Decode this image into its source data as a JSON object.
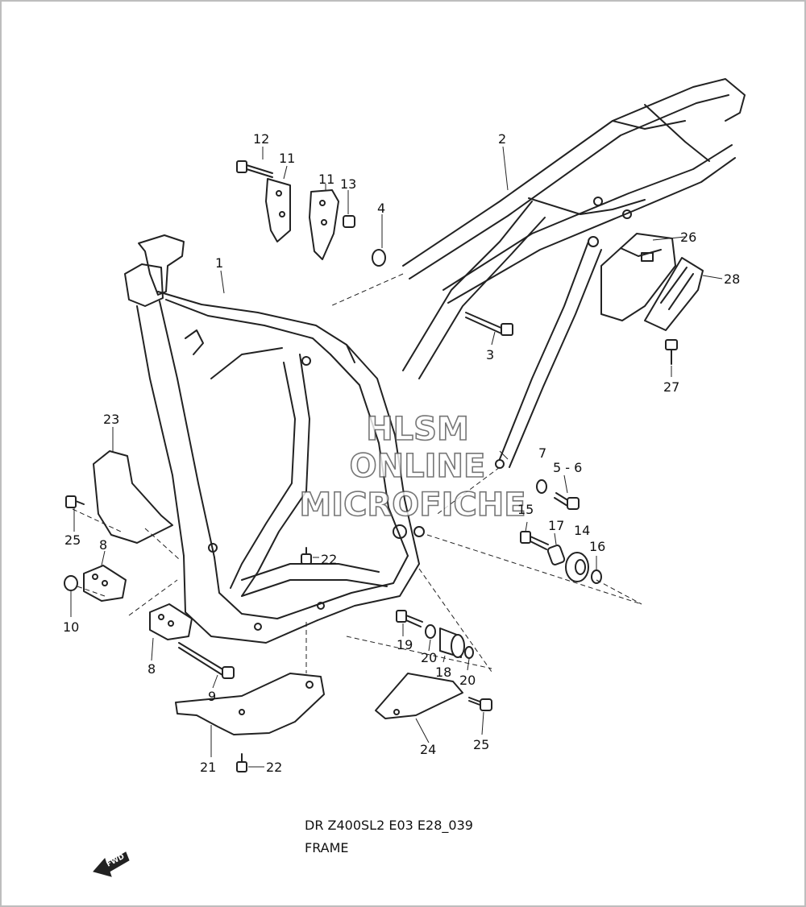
{
  "callouts": [
    {
      "id": "c1",
      "text": "1"
    },
    {
      "id": "c2",
      "text": "2"
    },
    {
      "id": "c3",
      "text": "3"
    },
    {
      "id": "c4",
      "text": "4"
    },
    {
      "id": "c56",
      "text": "5 - 6"
    },
    {
      "id": "c7",
      "text": "7"
    },
    {
      "id": "c8a",
      "text": "8"
    },
    {
      "id": "c8b",
      "text": "8"
    },
    {
      "id": "c9",
      "text": "9"
    },
    {
      "id": "c10",
      "text": "10"
    },
    {
      "id": "c11a",
      "text": "11"
    },
    {
      "id": "c11b",
      "text": "11"
    },
    {
      "id": "c12",
      "text": "12"
    },
    {
      "id": "c13",
      "text": "13"
    },
    {
      "id": "c14",
      "text": "14"
    },
    {
      "id": "c15",
      "text": "15"
    },
    {
      "id": "c16",
      "text": "16"
    },
    {
      "id": "c17",
      "text": "17"
    },
    {
      "id": "c18",
      "text": "18"
    },
    {
      "id": "c19",
      "text": "19"
    },
    {
      "id": "c20a",
      "text": "20"
    },
    {
      "id": "c20b",
      "text": "20"
    },
    {
      "id": "c21",
      "text": "21"
    },
    {
      "id": "c22a",
      "text": "22"
    },
    {
      "id": "c22b",
      "text": "22"
    },
    {
      "id": "c23",
      "text": "23"
    },
    {
      "id": "c24",
      "text": "24"
    },
    {
      "id": "c25a",
      "text": "25"
    },
    {
      "id": "c25b",
      "text": "25"
    },
    {
      "id": "c26",
      "text": "26"
    },
    {
      "id": "c27",
      "text": "27"
    },
    {
      "id": "c28",
      "text": "28"
    }
  ],
  "caption": {
    "model_code": "DR Z400SL2 E03 E28_039",
    "title": "FRAME"
  },
  "watermark": {
    "line1": "HLSM",
    "line2": "ONLINE",
    "line3": "MICROFICHE"
  },
  "fwd_label": "FWD",
  "colors": {
    "line": "#222222",
    "background": "#ffffff",
    "watermark_outline": "#555555",
    "border": "#bdbdbd"
  }
}
